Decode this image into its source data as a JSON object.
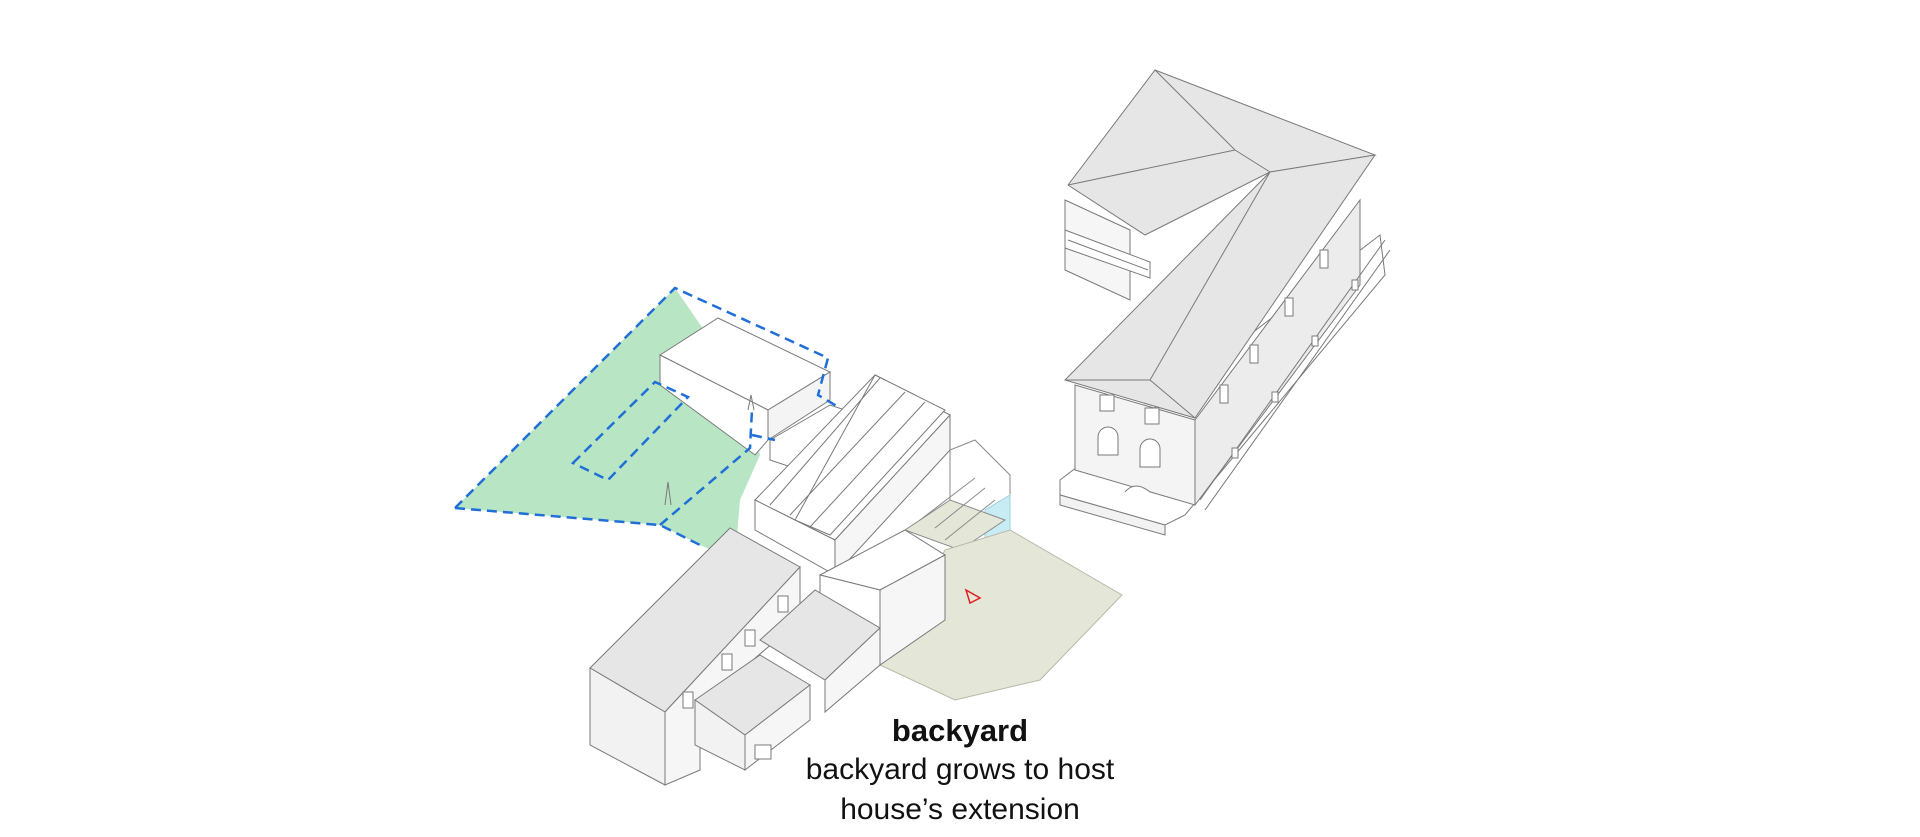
{
  "caption": {
    "title": "backyard",
    "line1": "backyard grows to host",
    "line2": "house’s extension"
  },
  "colors": {
    "backyard_fill": "#b8e6c4",
    "boundary_dash": "#1f6fd6",
    "roof_fill": "#e6e6e6",
    "wall_fill": "#f2f2f2",
    "ground_patch": "#e4e6d8",
    "glass_fill": "#c8ecf4",
    "marker": "#e02020",
    "outline": "#7a7a7a"
  },
  "icons": {
    "marker": "triangle-marker-icon"
  }
}
